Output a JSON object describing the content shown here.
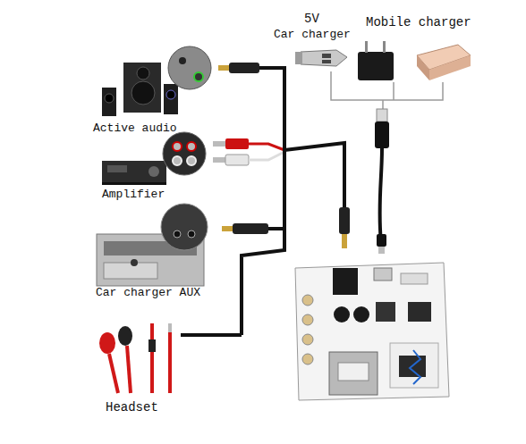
{
  "diagram": {
    "labels": [
      "5V",
      "Car charger",
      "Mobile charger",
      "Active audio",
      "Amplifier",
      "Car charger AUX",
      "Headset"
    ]
  }
}
